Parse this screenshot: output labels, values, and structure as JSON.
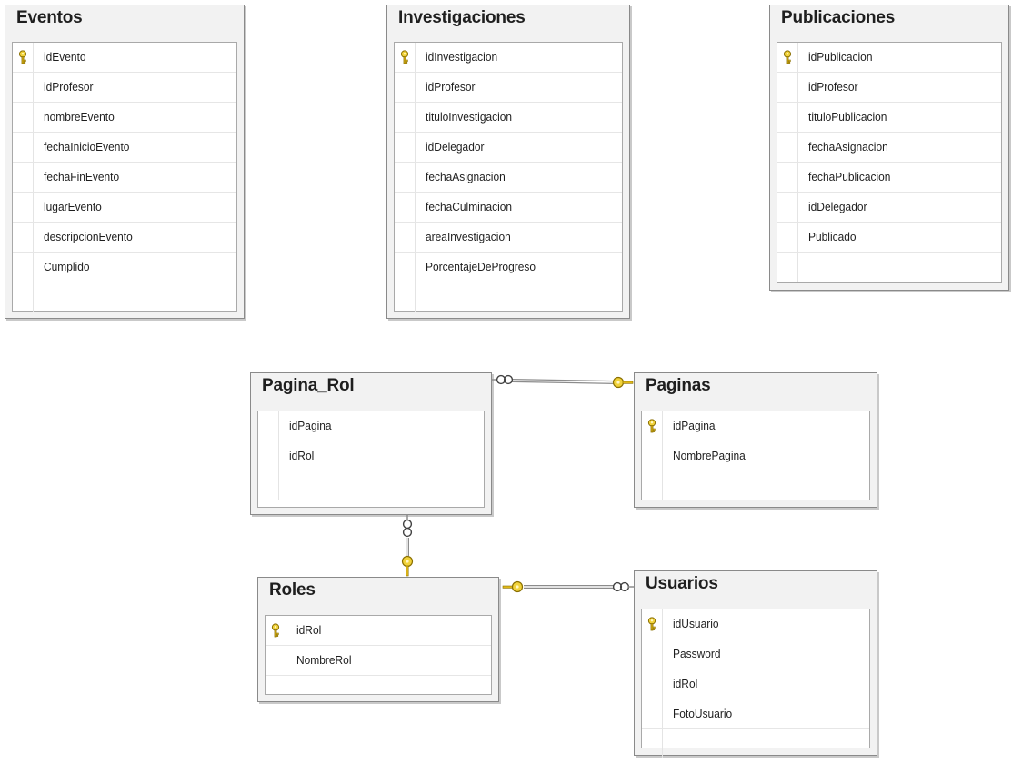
{
  "tables": [
    {
      "id": "eventos",
      "title": "Eventos",
      "pk": 0,
      "columns": [
        "idEvento",
        "idProfesor",
        "nombreEvento",
        "fechaInicioEvento",
        "fechaFinEvento",
        "lugarEvento",
        "descripcionEvento",
        "Cumplido"
      ]
    },
    {
      "id": "investigaciones",
      "title": "Investigaciones",
      "pk": 0,
      "columns": [
        "idInvestigacion",
        "idProfesor",
        "tituloInvestigacion",
        "idDelegador",
        "fechaAsignacion",
        "fechaCulminacion",
        "areaInvestigacion",
        "PorcentajeDeProgreso"
      ]
    },
    {
      "id": "publicaciones",
      "title": "Publicaciones",
      "pk": 0,
      "columns": [
        "idPublicacion",
        "idProfesor",
        "tituloPublicacion",
        "fechaAsignacion",
        "fechaPublicacion",
        "idDelegador",
        "Publicado"
      ]
    },
    {
      "id": "pagina_rol",
      "title": "Pagina_Rol",
      "pk": null,
      "columns": [
        "idPagina",
        "idRol"
      ]
    },
    {
      "id": "paginas",
      "title": "Paginas",
      "pk": 0,
      "columns": [
        "idPagina",
        "NombrePagina"
      ]
    },
    {
      "id": "roles",
      "title": "Roles",
      "pk": 0,
      "columns": [
        "idRol",
        "NombreRol"
      ]
    },
    {
      "id": "usuarios",
      "title": "Usuarios",
      "pk": 0,
      "columns": [
        "idUsuario",
        "Password",
        "idRol",
        "FotoUsuario"
      ]
    }
  ],
  "relationships": [
    {
      "many": "pagina_rol",
      "one": "paginas"
    },
    {
      "many": "pagina_rol",
      "one": "roles"
    },
    {
      "many": "usuarios",
      "one": "roles"
    }
  ],
  "colors": {
    "key": "#e8c21a",
    "line": "#8c8c8c",
    "panel": "#f2f2f2"
  }
}
